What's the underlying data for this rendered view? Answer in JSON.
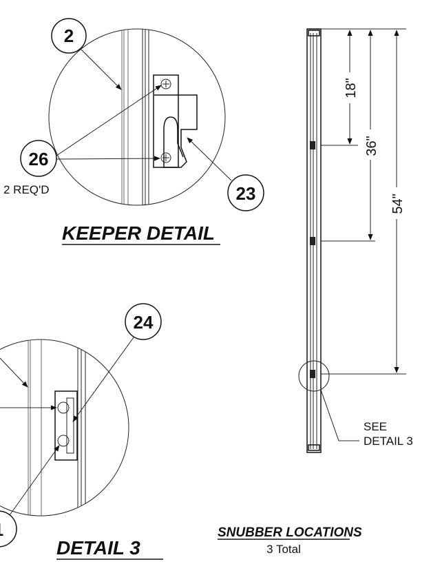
{
  "keeper_detail": {
    "callouts": {
      "frame": "2",
      "screws": "26",
      "keeper": "23"
    },
    "screws_qty": "2 REQ'D",
    "title": "KEEPER DETAIL"
  },
  "detail_3": {
    "callouts": {
      "snubber": "24",
      "screw_partial": "1"
    },
    "title": "DETAIL 3"
  },
  "snubber_locations": {
    "dimensions": [
      "18\"",
      "36\"",
      "54\""
    ],
    "see_note_line1": "SEE",
    "see_note_line2": "DETAIL 3",
    "title": "SNUBBER LOCATIONS",
    "subtitle": "3 Total"
  }
}
